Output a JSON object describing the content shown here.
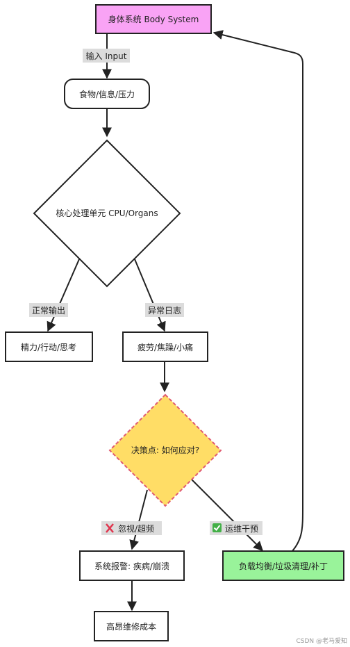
{
  "nodes": {
    "body_system": "身体系统 Body System",
    "input": "食物/信息/压力",
    "core": "核心处理单元 CPU/Organs",
    "normal": "精力/行动/思考",
    "abnormal": "疲劳/焦躁/小痛",
    "decision": "决策点: 如何应对?",
    "alarm": "系统报警: 疾病/崩溃",
    "cost": "高昂维修成本",
    "balance": "负载均衡/垃圾清理/补丁"
  },
  "edges": {
    "input_label": "输入 Input",
    "normal_label": "正常输出",
    "abnormal_label": "异常日志",
    "ignore_label": "忽视/超频",
    "ops_label": "运维干预"
  },
  "icons": {
    "ignore": "cross-mark-icon",
    "ops": "check-mark-icon"
  },
  "colors": {
    "body_fill": "#f9a3f5",
    "decision_fill": "#ffdd66",
    "decision_stroke": "#e05a70",
    "balance_fill": "#99f39a",
    "label_bg": "#dcdcdc",
    "stroke": "#222222"
  },
  "watermark": "CSDN @老马爱知"
}
